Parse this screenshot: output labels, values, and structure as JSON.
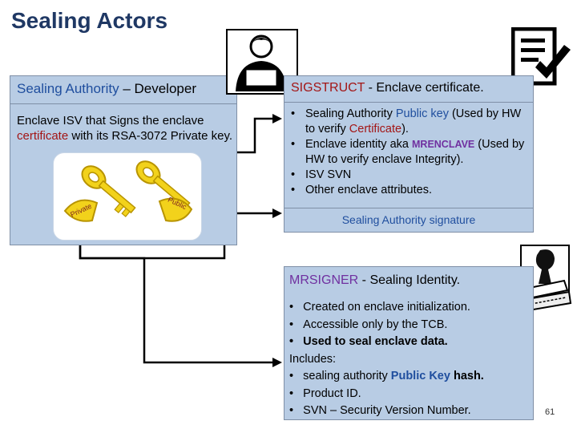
{
  "title": "Sealing Actors",
  "sealing_authority": {
    "title_blue": "Sealing  Authority",
    "title_rest": " – Developer",
    "body_part1": "Enclave ISV that Signs the enclave ",
    "body_red": "certificate",
    "body_part2": " with its RSA-3072 Private key."
  },
  "keys": {
    "private_label": "Private",
    "public_label": "Public"
  },
  "sigstruct": {
    "title_red": "SIGSTRUCT",
    "title_rest": " - Enclave certificate.",
    "bullets": [
      {
        "a": "Sealing  Authority ",
        "b": "Public key",
        "c": " (Used by HW to verify ",
        "d": "Certificate",
        "e": ")."
      },
      {
        "a": "Enclave identity aka ",
        "b": "MRENCLAVE",
        "c": " (Used by HW to verify enclave Integrity)."
      },
      {
        "a": "ISV SVN"
      },
      {
        "a": "Other enclave attributes."
      }
    ],
    "signature": "Sealing Authority signature"
  },
  "mrsigner": {
    "title_purple": "MRSIGNER",
    "title_rest": " - Sealing Identity.",
    "lines": [
      "Created on enclave initialization.",
      "Accessible only by the TCB.",
      "Used to seal enclave data."
    ],
    "includes_label": "Includes:",
    "items": [
      {
        "a": "sealing authority ",
        "b": "Public Key",
        "c": " hash."
      },
      {
        "a": "Product ID."
      },
      {
        "a": "SVN – Security Version Number."
      }
    ]
  },
  "bullet_glyph": "•",
  "page_number": "61",
  "icons": [
    "developer-icon",
    "certificate-icon",
    "stamp-icon",
    "key-icon"
  ],
  "colors": {
    "title": "#1f3864",
    "box_fill": "#b8cce4",
    "blue_text": "#1f4e9e",
    "red_text": "#a31515",
    "purple_text": "#7030a0",
    "key_gold": "#f2d21b"
  }
}
